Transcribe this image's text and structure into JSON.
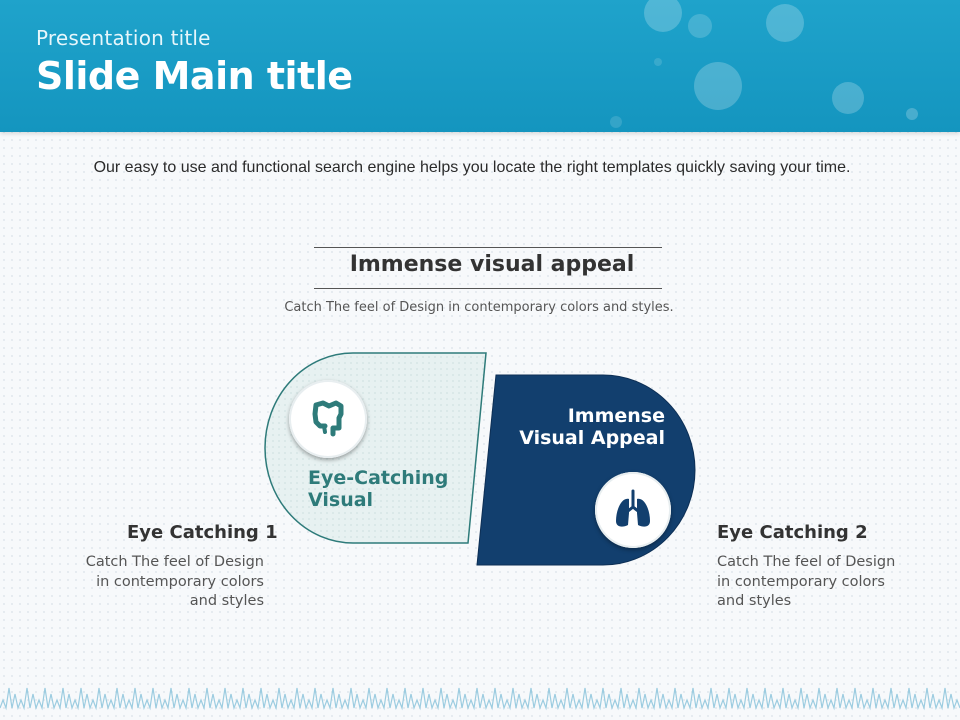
{
  "header": {
    "presentation_title": "Presentation title",
    "main_title": "Slide Main title"
  },
  "intro_text": "Our easy to use and functional search engine helps you locate the right templates quickly  saving your time.",
  "section": {
    "heading": "Immense visual appeal",
    "subheading": "Catch The feel of Design in contemporary colors and styles."
  },
  "left_shape": {
    "label_line1": "Eye-Catching",
    "label_line2": "Visual",
    "icon": "intestine-icon"
  },
  "right_shape": {
    "label_line1": "Immense",
    "label_line2": "Visual Appeal",
    "icon": "lungs-icon"
  },
  "left_callout": {
    "title": "Eye  Catching 1",
    "line1": "Catch The feel of Design",
    "line2": "in contemporary colors",
    "line3": "and styles"
  },
  "right_callout": {
    "title": "Eye  Catching 2",
    "line1": "Catch The feel of Design",
    "line2": "in contemporary colors",
    "line3": "and styles"
  },
  "colors": {
    "header": "#1a9cc6",
    "navy": "#123f6e",
    "teal": "#2e7b7a",
    "light_fill": "#e6f1f1"
  }
}
